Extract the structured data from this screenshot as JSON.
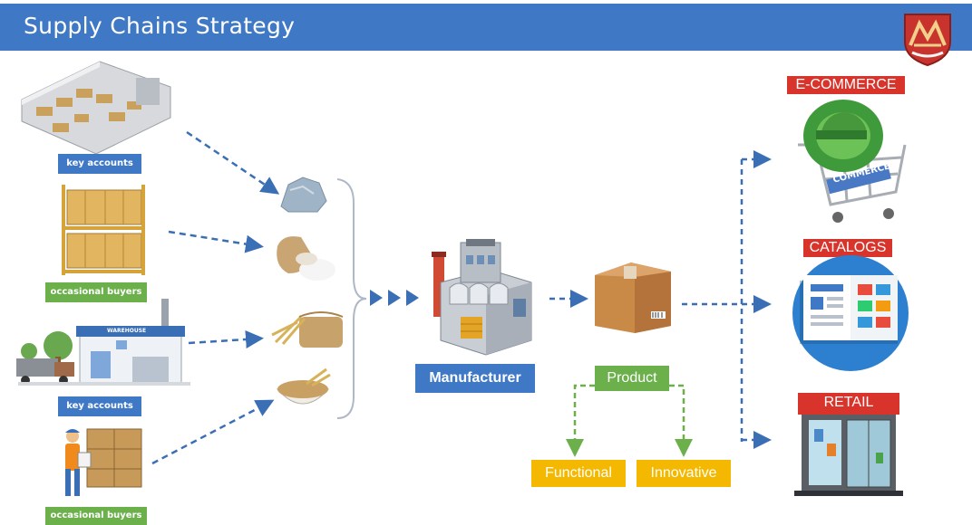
{
  "header": {
    "title": "Supply Chains Strategy"
  },
  "suppliers": [
    {
      "label": "key accounts"
    },
    {
      "label": "occasional buyers"
    },
    {
      "label": "key accounts"
    },
    {
      "label": "occasional buyers"
    }
  ],
  "warehouse_sign": "WAREHOUSE",
  "manufacturer": {
    "label": "Manufacturer"
  },
  "product": {
    "label": "Product",
    "branches": [
      {
        "label": "Functional"
      },
      {
        "label": "Innovative"
      }
    ]
  },
  "channels": [
    {
      "label": "E-COMMERCE",
      "icon_text": "COMMERCE"
    },
    {
      "label": "CATALOGS"
    },
    {
      "label": "RETAIL"
    }
  ],
  "colors": {
    "header": "#3f79c6",
    "arrow": "#3a6fb5",
    "product_green": "#6bb04b",
    "branch_yellow": "#f5b800",
    "channel_red": "#d9342b"
  }
}
